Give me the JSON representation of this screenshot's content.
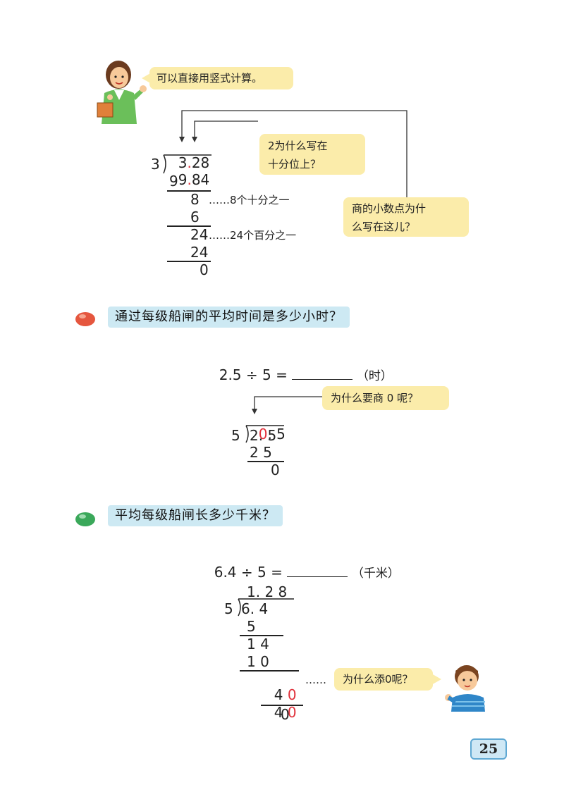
{
  "top": {
    "teacher_speech": "可以直接用竖式计算。",
    "bubble_tenths": [
      "2为什么写在",
      "十分位上？"
    ],
    "bubble_point": [
      "商的小数点为什",
      "么写在这儿？"
    ],
    "division": {
      "quotient_a": "3",
      "quotient_dot": ".",
      "quotient_b": "28",
      "divisor": "3",
      "dividend_a": "9",
      "dividend_dot": ".",
      "dividend_b": "84",
      "step1": "9",
      "step2": "8",
      "step3": "6",
      "step4": "24",
      "step5": "24",
      "step6": "0"
    },
    "note_tenths": "……8个十分之一",
    "note_hundredths": "……24个百分之一"
  },
  "question1": {
    "text": "通过每级船闸的平均时间是多少小时？",
    "equation": "2.5 ÷ 5 =",
    "unit": "（时）",
    "bubble": "为什么要商 0 呢？",
    "division": {
      "quotient_zero": "0",
      "quotient_rest": ". 5",
      "divisor": "5",
      "dividend": "2. 5",
      "step1": "2 5",
      "step2": "0"
    }
  },
  "question2": {
    "text": "平均每级船闸长多少千米？",
    "equation": "6.4 ÷ 5 =",
    "unit": "（千米）",
    "bubble": "为什么添0呢？",
    "dots": "……",
    "division": {
      "quotient": "1. 2 8",
      "divisor": "5",
      "dividend": "6. 4",
      "step1": "5",
      "step2": "1 4",
      "step3": "1 0",
      "step4_a": "4",
      "step4_b": "0",
      "step5_a": "4",
      "step5_b": "0",
      "step6": "0"
    }
  },
  "page_number": "25"
}
